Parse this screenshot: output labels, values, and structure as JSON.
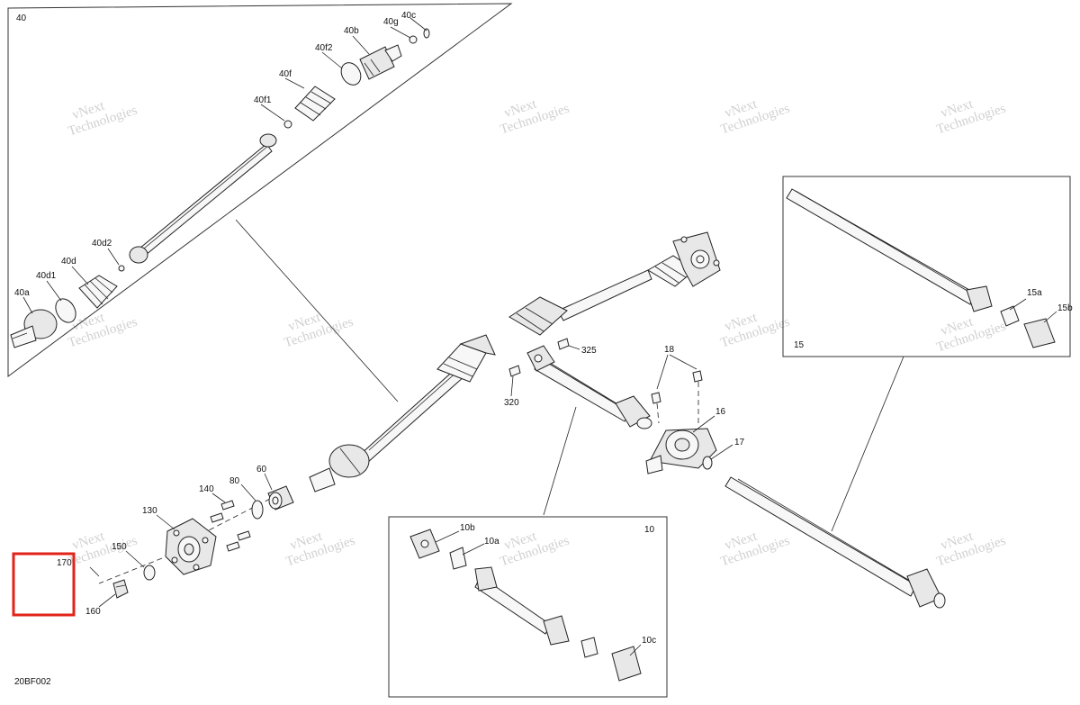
{
  "diagram": {
    "code": "20BF002",
    "groups": {
      "g40": "40",
      "g15": "15",
      "g10": "10"
    },
    "labels": {
      "l40": "40",
      "l40c": "40c",
      "l40g": "40g",
      "l40b": "40b",
      "l40f2": "40f2",
      "l40f": "40f",
      "l40f1": "40f1",
      "l40d2": "40d2",
      "l40d": "40d",
      "l40d1": "40d1",
      "l40a": "40a",
      "l325": "325",
      "l320": "320",
      "l18": "18",
      "l16": "16",
      "l17": "17",
      "l15a": "15a",
      "l15b": "15b",
      "l140": "140",
      "l80": "80",
      "l60": "60",
      "l130": "130",
      "l150": "150",
      "l170": "170",
      "l160": "160",
      "l10b": "10b",
      "l10a": "10a",
      "l10c": "10c"
    },
    "watermark": {
      "line1": "vNext",
      "line2": "Technologies",
      "small": "vNext Technologies"
    }
  }
}
